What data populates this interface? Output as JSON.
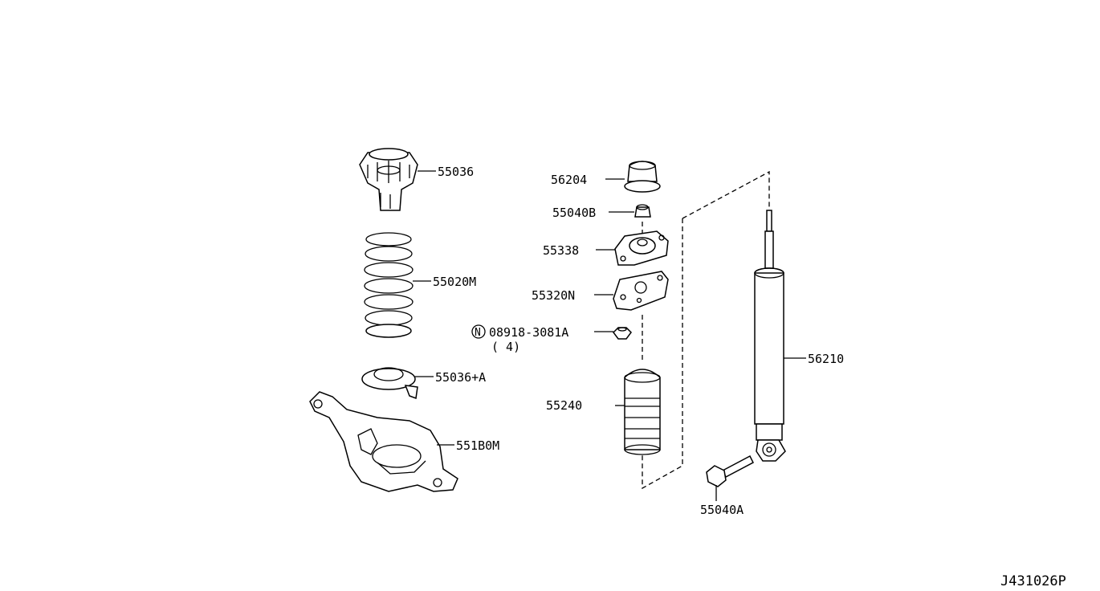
{
  "diagram": {
    "code": "J431026P",
    "parts": [
      {
        "number": "55036"
      },
      {
        "number": "55020M"
      },
      {
        "number": "55036+A"
      },
      {
        "number": "551B0M"
      },
      {
        "number": "56204"
      },
      {
        "number": "55040B"
      },
      {
        "number": "55338"
      },
      {
        "number": "55320N"
      },
      {
        "number": "08918-3081A",
        "prefix": "N",
        "qty": "( 4)"
      },
      {
        "number": "55240"
      },
      {
        "number": "56210"
      },
      {
        "number": "55040A"
      }
    ]
  }
}
